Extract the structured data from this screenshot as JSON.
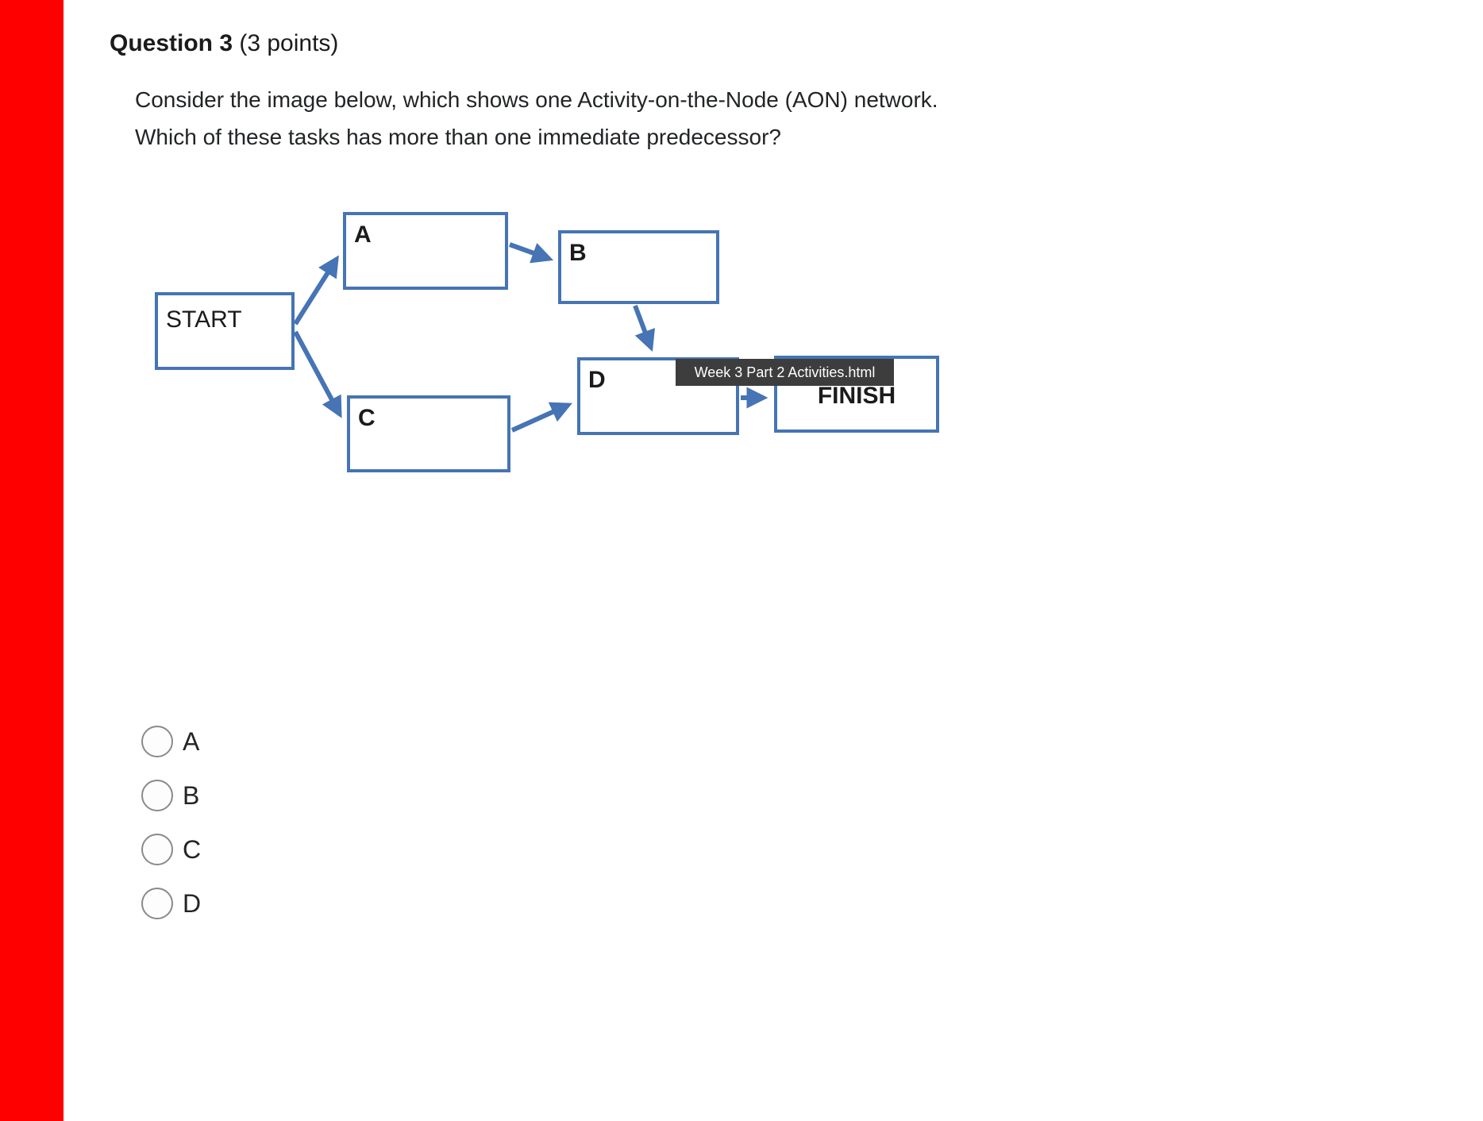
{
  "page": {
    "title_bold": "Question 3",
    "title_points": " (3 points)",
    "body_line1": "Consider the image below, which shows one Activity-on-the-Node (AON) network.",
    "body_line2": "Which of these tasks has more than one immediate predecessor?"
  },
  "diagram": {
    "nodes": {
      "start": "START",
      "a": "A",
      "b": "B",
      "c": "C",
      "d": "D",
      "finish": "FINISH"
    },
    "edges": [
      "START->A",
      "START->C",
      "A->B",
      "B->D",
      "C->D",
      "D->FINISH"
    ],
    "tooltip": "Week 3 Part 2 Activities.html"
  },
  "colors": {
    "accent_bar": "#fe0000",
    "box_border": "#4674b4",
    "arrow": "#4674b4",
    "tooltip_bg": "#3d3d3d"
  },
  "options": [
    {
      "label": "A"
    },
    {
      "label": "B"
    },
    {
      "label": "C"
    },
    {
      "label": "D"
    }
  ]
}
